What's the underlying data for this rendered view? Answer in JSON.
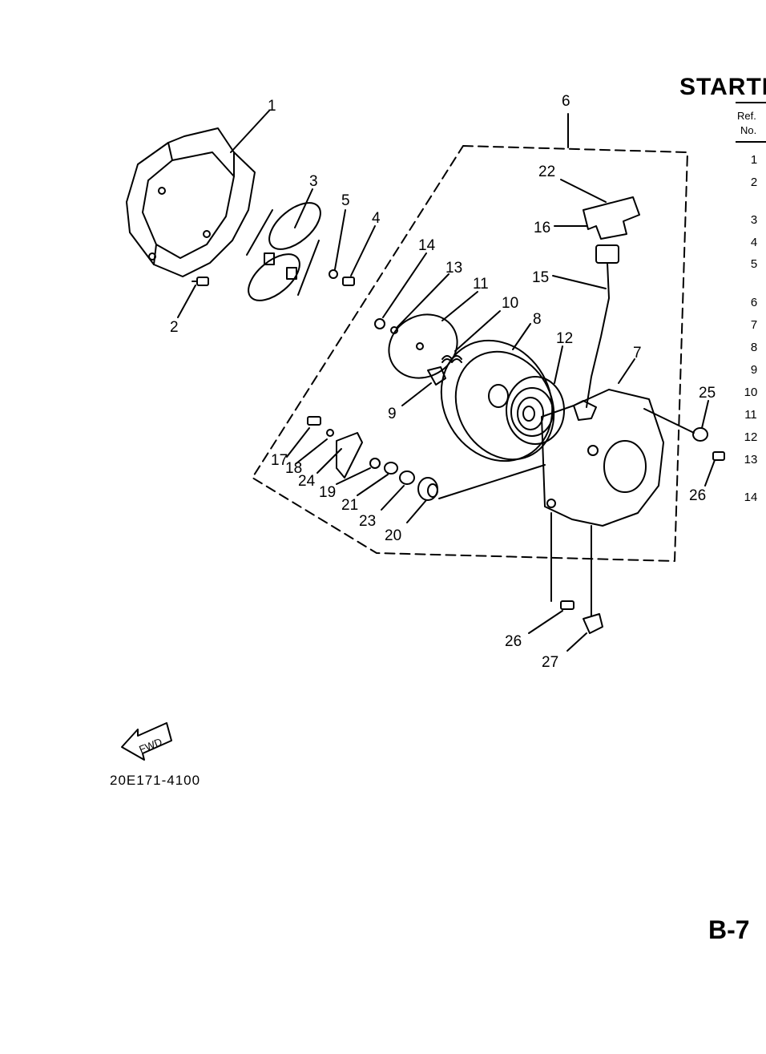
{
  "heading": "STARTE",
  "ref_header": {
    "line1": "Ref.",
    "line2": "No."
  },
  "ref_numbers": [
    "1",
    "2",
    "3",
    "4",
    "5",
    "6",
    "7",
    "8",
    "9",
    "10",
    "11",
    "12",
    "13",
    "14"
  ],
  "callouts": [
    "1",
    "2",
    "3",
    "4",
    "5",
    "6",
    "7",
    "8",
    "9",
    "10",
    "11",
    "12",
    "13",
    "14",
    "15",
    "16",
    "17",
    "18",
    "19",
    "20",
    "21",
    "22",
    "23",
    "24",
    "25",
    "26",
    "26",
    "27"
  ],
  "fwd_label": "FWD",
  "page_code": "20E171-4100",
  "page_number": "B-7"
}
